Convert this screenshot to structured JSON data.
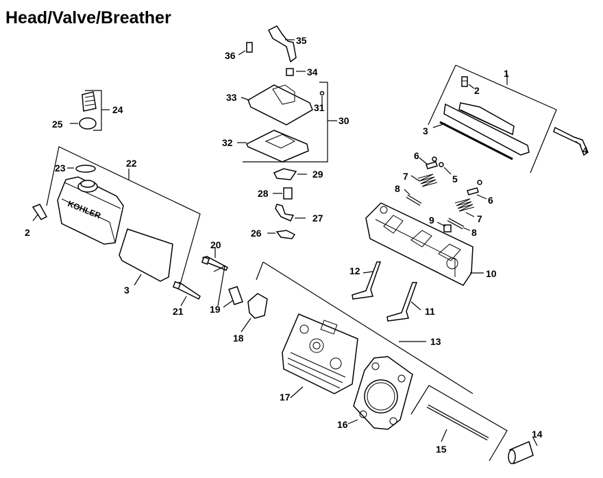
{
  "title": "Head/Valve/Breather",
  "callouts": {
    "c1": "1",
    "c2a": "2",
    "c2b": "2",
    "c3a": "3",
    "c3b": "3",
    "c4": "4",
    "c5": "5",
    "c6a": "6",
    "c6b": "6",
    "c7a": "7",
    "c7b": "7",
    "c8a": "8",
    "c8b": "8",
    "c9": "9",
    "c10": "10",
    "c11": "11",
    "c12": "12",
    "c13": "13",
    "c14": "14",
    "c15": "15",
    "c16": "16",
    "c17": "17",
    "c18": "18",
    "c19": "19",
    "c20": "20",
    "c21": "21",
    "c22": "22",
    "c23": "23",
    "c24": "24",
    "c25": "25",
    "c26": "26",
    "c27": "27",
    "c28": "28",
    "c29": "29",
    "c30": "30",
    "c31": "31",
    "c32": "32",
    "c33": "33",
    "c34": "34",
    "c35": "35",
    "c36": "36"
  },
  "cover_emblem": "KOHLER"
}
